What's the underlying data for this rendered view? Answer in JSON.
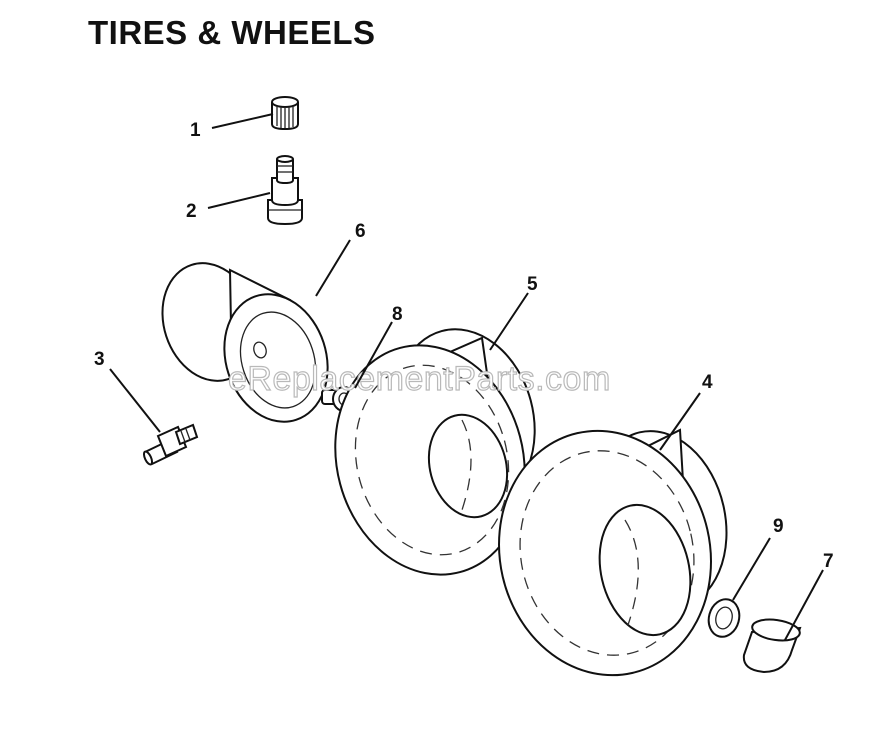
{
  "title": "TIRES & WHEELS",
  "watermark": "eReplacementParts.com",
  "callouts": [
    {
      "label": "1",
      "part": "valve-cap"
    },
    {
      "label": "2",
      "part": "valve-stem"
    },
    {
      "label": "3",
      "part": "grease-fitting"
    },
    {
      "label": "4",
      "part": "rear-tire"
    },
    {
      "label": "5",
      "part": "front-tire"
    },
    {
      "label": "6",
      "part": "wheel-rim"
    },
    {
      "label": "7",
      "part": "bushing"
    },
    {
      "label": "8",
      "part": "bearing"
    },
    {
      "label": "9",
      "part": "washer"
    }
  ]
}
